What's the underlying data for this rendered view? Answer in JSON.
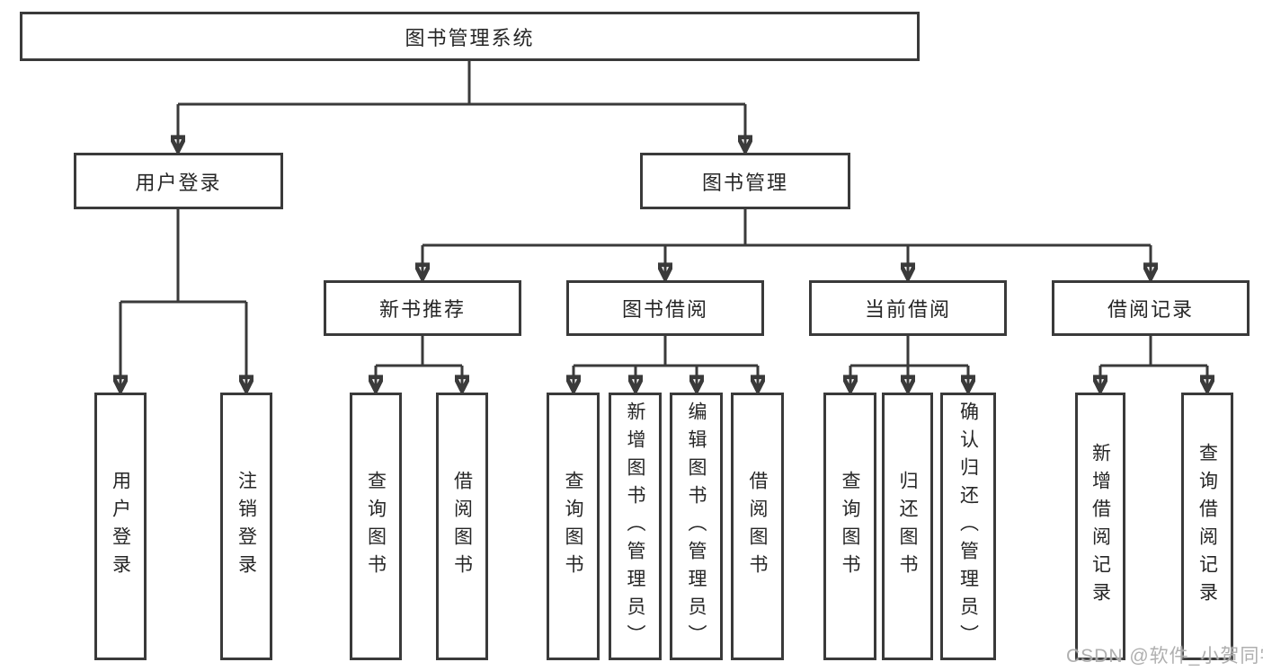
{
  "tree": {
    "label": "图书管理系统",
    "children": [
      {
        "label": "用户登录",
        "children": [
          {
            "label": "用户登录"
          },
          {
            "label": "注销登录"
          }
        ]
      },
      {
        "label": "图书管理",
        "children": [
          {
            "label": "新书推荐",
            "children": [
              {
                "label": "查询图书"
              },
              {
                "label": "借阅图书"
              }
            ]
          },
          {
            "label": "图书借阅",
            "children": [
              {
                "label": "查询图书"
              },
              {
                "label": "新增图书（管理员）"
              },
              {
                "label": "编辑图书（管理员）"
              },
              {
                "label": "借阅图书"
              }
            ]
          },
          {
            "label": "当前借阅",
            "children": [
              {
                "label": "查询图书"
              },
              {
                "label": "归还图书"
              },
              {
                "label": "确认归还（管理员）"
              }
            ]
          },
          {
            "label": "借阅记录",
            "children": [
              {
                "label": "新增借阅记录"
              },
              {
                "label": "查询借阅记录"
              }
            ]
          }
        ]
      }
    ]
  },
  "watermark": {
    "text": "CSDN @软件_小贺同学"
  },
  "colors": {
    "line": "#3a3a3a",
    "box_border": "#3a3a3a",
    "text": "#262626",
    "watermark": "#a8a8a8",
    "background": "#ffffff"
  }
}
